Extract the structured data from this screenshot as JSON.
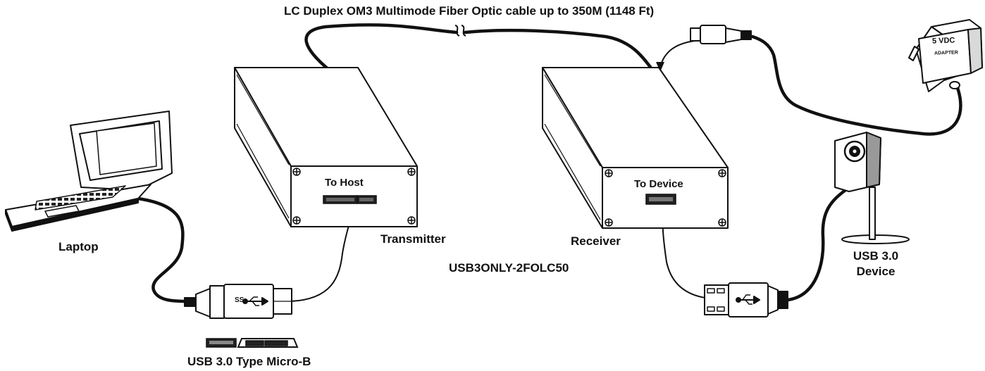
{
  "title": "LC Duplex OM3 Multimode Fiber Optic cable up to 350M (1148 Ft)",
  "laptop_label": "Laptop",
  "transmitter": {
    "label": "Transmitter",
    "port_label": "To Host"
  },
  "receiver": {
    "label": "Receiver",
    "port_label": "To Device"
  },
  "model": "USB3ONLY-2FOLC50",
  "connector_caption": "USB 3.0 Type Micro-B",
  "usb_plug_marking": "SS",
  "adapter": {
    "voltage": "5 VDC",
    "label": "ADAPTER"
  },
  "device_label": {
    "line1": "USB 3.0",
    "line2": "Device"
  },
  "colors": {
    "line": "#111111",
    "fill": "#ffffff",
    "dark": "#222222",
    "grey": "#9a9a9a"
  }
}
